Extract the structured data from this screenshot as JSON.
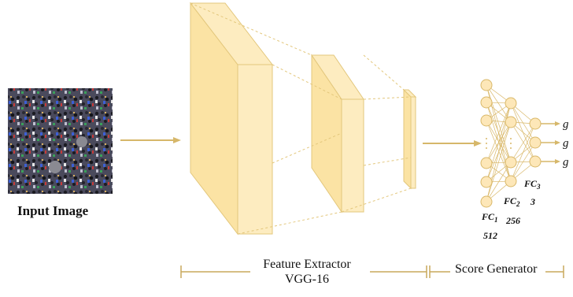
{
  "input": {
    "label": "Input Image"
  },
  "sections": {
    "feature_extractor": {
      "line1": "Feature Extractor",
      "line2": "VGG-16"
    },
    "score_generator": {
      "label": "Score Generator"
    }
  },
  "fc_layers": [
    {
      "name": "FC",
      "sub": "1",
      "size": "512"
    },
    {
      "name": "FC",
      "sub": "2",
      "size": "256"
    },
    {
      "name": "FC",
      "sub": "3",
      "size": "3"
    }
  ],
  "outputs": [
    "g",
    "g",
    "g"
  ],
  "colors": {
    "block_face": "#fdecc0",
    "block_side": "#fbe3a4",
    "block_edge": "#e3c77c",
    "arrow": "#d6b76a",
    "bracket": "#c9a95c",
    "neuron_fill": "#fde7b8",
    "neuron_edge": "#d9b869"
  }
}
